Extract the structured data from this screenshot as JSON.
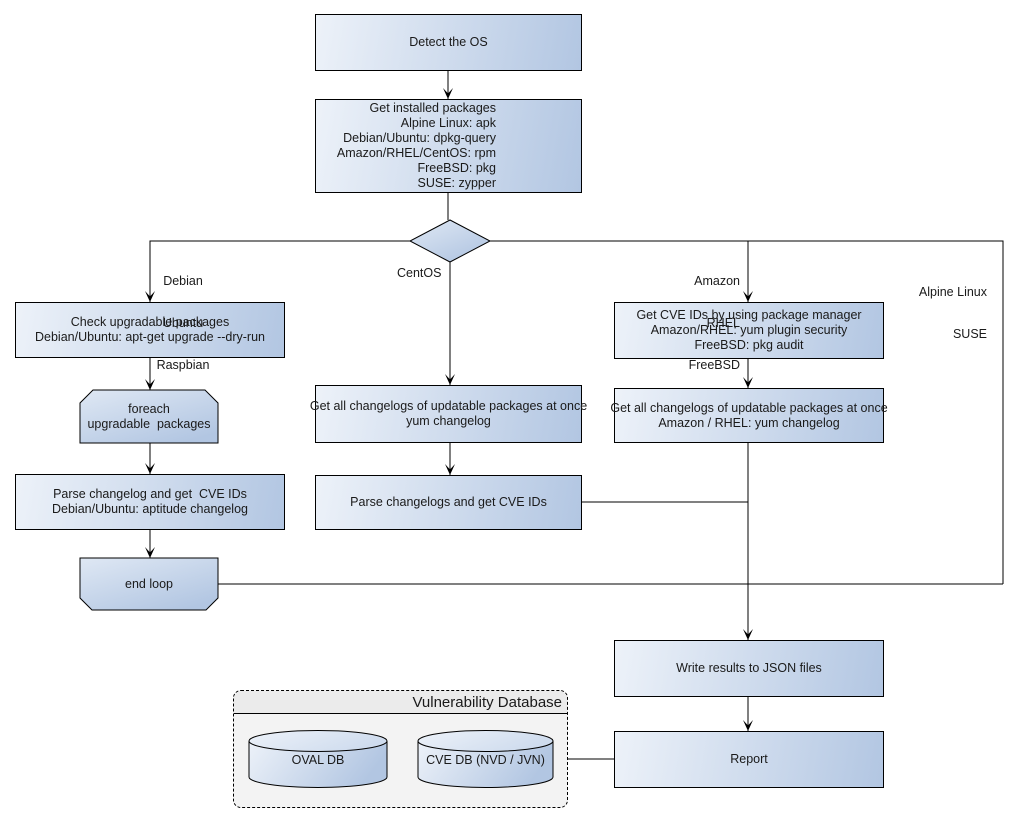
{
  "nodes": {
    "detect_os": {
      "label": "Detect the OS"
    },
    "get_installed_packages": {
      "lines": [
        "Get installed packages",
        "Alpine Linux: apk",
        "Debian/Ubuntu: dpkg-query",
        "Amazon/RHEL/CentOS: rpm",
        "FreeBSD: pkg",
        "SUSE: zypper"
      ]
    },
    "check_upgradable": {
      "lines": [
        "Check upgradable packages",
        "Debian/Ubuntu: apt-get upgrade --dry-run"
      ]
    },
    "foreach_loop": {
      "lines": [
        "foreach",
        "upgradable  packages"
      ]
    },
    "parse_changelog_debian": {
      "lines": [
        "Parse changelog and get  CVE IDs",
        "Debian/Ubuntu: aptitude changelog"
      ]
    },
    "end_loop": {
      "label": "end loop"
    },
    "get_changelogs_centos": {
      "lines": [
        "Get all changelogs of updatable packages at once",
        "yum changelog"
      ]
    },
    "parse_changelogs_centos": {
      "label": "Parse changelogs and get CVE IDs"
    },
    "get_cve_ids_pkg_manager": {
      "lines": [
        "Get CVE IDs by using package manager",
        "Amazon/RHEL: yum plugin security",
        "FreeBSD: pkg audit"
      ]
    },
    "get_changelogs_amazon": {
      "lines": [
        "Get all changelogs of updatable packages at once",
        "Amazon / RHEL: yum changelog"
      ]
    },
    "write_results": {
      "label": "Write results to JSON files"
    },
    "report": {
      "label": "Report"
    }
  },
  "branch_labels": {
    "debian": {
      "lines": [
        "Debian",
        "Ubuntu",
        "Raspbian"
      ]
    },
    "centos": {
      "label": "CentOS"
    },
    "amazon": {
      "lines": [
        "Amazon",
        "RHEL",
        "FreeBSD"
      ]
    },
    "alpine": {
      "lines": [
        "Alpine Linux",
        "SUSE"
      ]
    }
  },
  "database": {
    "title": "Vulnerability Database",
    "oval_db": "OVAL DB",
    "cve_db": "CVE DB (NVD / JVN)"
  },
  "colors": {
    "background": "#ffffff",
    "text": "#1a1a1a",
    "border": "#000000",
    "line": "#000000",
    "node_fill_light": "#edf2f9",
    "node_fill_dark": "#b2c6e2",
    "shape_fill_light": "#dfe8f4",
    "cylinder_top": "#cfdcee",
    "db_fill": "#f3f3f3",
    "db_titlebar": "#ebebeb"
  }
}
